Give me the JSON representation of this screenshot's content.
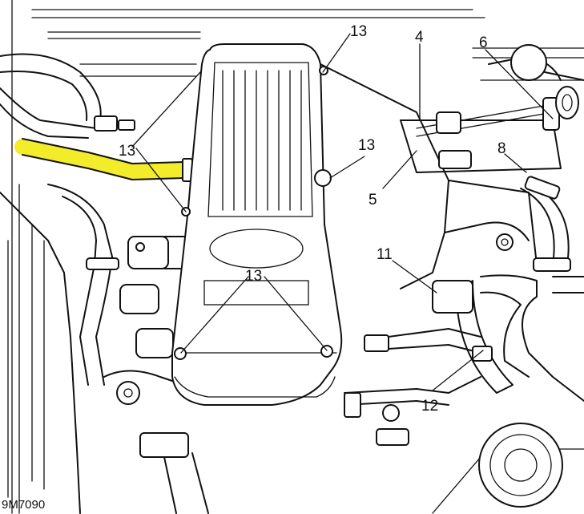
{
  "figure_ref": "9M7090",
  "highlight_color": "#f2ec2a",
  "callouts": {
    "c13_top": "13",
    "c4": "4",
    "c6": "6",
    "c13_left": "13",
    "c13_right": "13",
    "c8": "8",
    "c5": "5",
    "c11": "11",
    "c13_bottom": "13",
    "c12": "12"
  }
}
